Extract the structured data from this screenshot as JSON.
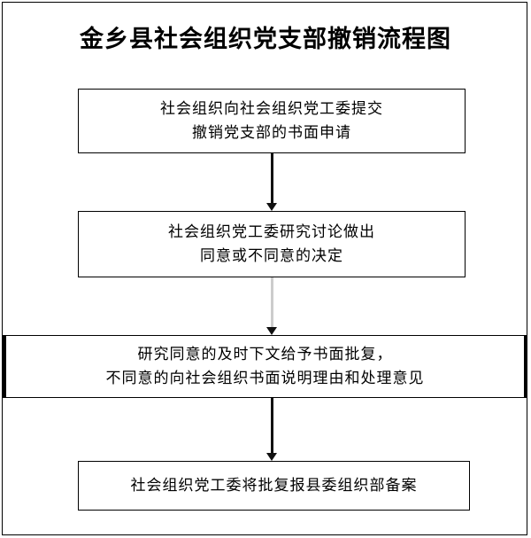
{
  "document": {
    "title": "金乡县社会组织党支部撤销流程图",
    "page_border_color": "#000000",
    "background_color": "#ffffff",
    "text_color": "#000000"
  },
  "flowchart": {
    "type": "flowchart",
    "orientation": "top-to-bottom",
    "nodes": [
      {
        "id": "node-1",
        "shape": "rectangle",
        "text": "社会组织向社会组织党工委提交\n撤销党支部的书面申请",
        "lines": [
          "社会组织向社会组织党工委提交",
          "撤销党支部的书面申请"
        ],
        "border_color": "#000000",
        "fill_color": "#ffffff"
      },
      {
        "id": "node-2",
        "shape": "rectangle",
        "text": "社会组织党工委研究讨论做出\n同意或不同意的决定",
        "lines": [
          "社会组织党工委研究讨论做出",
          "同意或不同意的决定"
        ],
        "border_color": "#000000",
        "fill_color": "#ffffff"
      },
      {
        "id": "node-3",
        "shape": "rectangle",
        "text": "研究同意的及时下文给予书面批复，\n不同意的向社会组织书面说明理由和处理意见",
        "lines": [
          "研究同意的及时下文给予书面批复，",
          "不同意的向社会组织书面说明理由和处理意见"
        ],
        "border_color": "#000000",
        "fill_color": "#ffffff"
      },
      {
        "id": "node-4",
        "shape": "rectangle",
        "text": "社会组织党工委将批复报县委组织部备案",
        "lines": [
          "社会组织党工委将批复报县委组织部备案"
        ],
        "border_color": "#000000",
        "fill_color": "#ffffff"
      }
    ],
    "edges": [
      {
        "id": "arrow-1",
        "from": "node-1",
        "to": "node-2",
        "style": "solid-arrow",
        "color": "#111111"
      },
      {
        "id": "arrow-2",
        "from": "node-2",
        "to": "node-3",
        "style": "solid-arrow",
        "color": "#cccccc",
        "head_color": "#111111"
      },
      {
        "id": "arrow-3",
        "from": "node-3",
        "to": "node-4",
        "style": "solid-arrow",
        "color": "#111111"
      }
    ]
  }
}
